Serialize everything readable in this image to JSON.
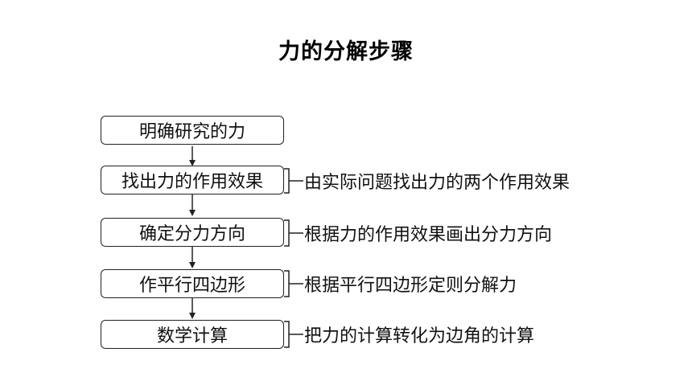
{
  "title": "力的分解步骤",
  "steps": [
    {
      "label": "明确研究的力",
      "note": ""
    },
    {
      "label": "找出力的作用效果",
      "note": "由实际问题找出力的两个作用效果"
    },
    {
      "label": "确定分力方向",
      "note": "根据力的作用效果画出分力方向"
    },
    {
      "label": "作平行四边形",
      "note": "根据平行四边形定则分解力"
    },
    {
      "label": "数学计算",
      "note": "把力的计算转化为边角的计算"
    }
  ],
  "colors": {
    "line": "#222222",
    "text": "#111111"
  }
}
